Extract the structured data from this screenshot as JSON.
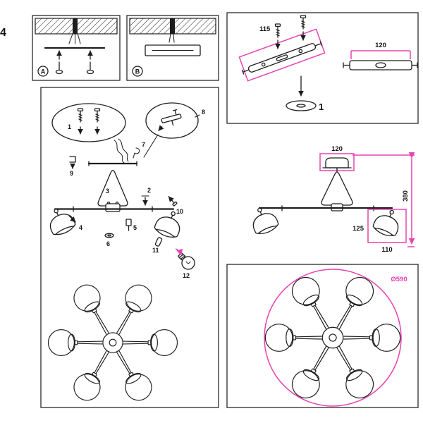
{
  "colors": {
    "accent": "#e743b2",
    "ink": "#1d1d1d"
  },
  "sheet": {
    "number": "4"
  },
  "mount": {
    "a": "A",
    "b": "B"
  },
  "parts": {
    "n1": "1",
    "n2": "2",
    "n3": "3",
    "n4": "4",
    "n5": "5",
    "n6": "6",
    "n7": "7",
    "n8": "8",
    "n9": "9",
    "n10": "10",
    "n11": "11",
    "n12": "12"
  },
  "step": {
    "label": "1",
    "bracket_length": "115",
    "plate_length": "120"
  },
  "dims": {
    "canopy_width": "120",
    "overall_height": "380",
    "shade_height": "125",
    "shade_width": "110",
    "diameter": "Ø590"
  }
}
